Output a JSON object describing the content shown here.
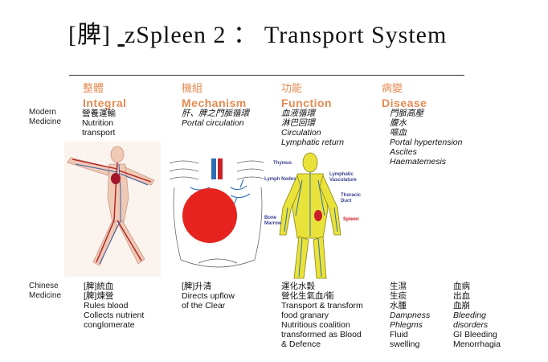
{
  "title": {
    "prefix": "[脾]",
    "rest": "zSpleen 2 ： Transport System"
  },
  "columns": [
    {
      "zh": "整體",
      "en": "Integral"
    },
    {
      "zh": "機組",
      "en": "Mechanism"
    },
    {
      "zh": "功能",
      "en": "Function"
    },
    {
      "zh": "病變",
      "en": "Disease"
    }
  ],
  "modern": {
    "label": [
      "Modern",
      "Medicine"
    ],
    "integral": [
      "營養運輸",
      "Nutrition",
      "transport"
    ],
    "mechanism": [
      "肝、脾之門脈循環",
      "Portal circulation"
    ],
    "function": [
      "血液循環",
      "淋巴回環",
      "Circulation",
      "Lymphatic return"
    ],
    "disease": [
      "門脈高壓",
      "腹水",
      "嘔血",
      "Portal hypertension",
      "Ascites",
      "Haematemesis"
    ]
  },
  "figure_labels": [
    "Thymus",
    "Lymph Nodes",
    "Lymphatic Vasculature",
    "Thoracic Duct",
    "Spleen",
    "Bone Marrow"
  ],
  "chinese": {
    "label": [
      "Chinese",
      "Medicine"
    ],
    "integral": [
      "[脾]統血",
      "[脾]煉營",
      "Rules blood",
      "Collects nutrient",
      "conglomerate"
    ],
    "mechanism": [
      "[脾]升清",
      "Directs upflow",
      "of the Clear"
    ],
    "function": [
      "運化水穀",
      "營化生氣血/衛",
      "Transport & transform",
      "food granary",
      "Nutritious coalition",
      "transformed as Blood",
      "& Defence"
    ],
    "disease": [
      "生濕",
      "生痰",
      "水腫",
      "Dampness",
      "Phlegms",
      "Fluid",
      "swelling"
    ],
    "disease2": [
      "血病",
      "出血",
      "血崩",
      "Bleeding",
      "disorders",
      "GI Bleeding",
      "Menorrhagia"
    ]
  },
  "colors": {
    "accent": "#e58a52",
    "red_disk": "#e6231e",
    "body_yellow": "#e9e23a",
    "vessel": "#2f6db5"
  }
}
